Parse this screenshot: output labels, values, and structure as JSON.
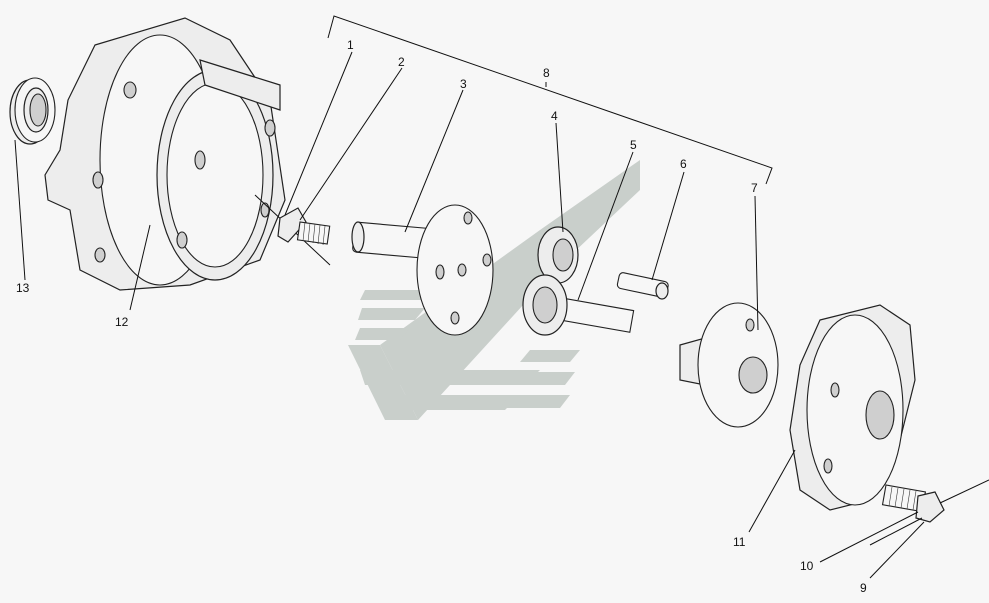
{
  "callouts": [
    {
      "id": "1",
      "text": "1"
    },
    {
      "id": "2",
      "text": "2"
    },
    {
      "id": "3",
      "text": "3"
    },
    {
      "id": "4",
      "text": "4"
    },
    {
      "id": "5",
      "text": "5"
    },
    {
      "id": "6",
      "text": "6"
    },
    {
      "id": "7",
      "text": "7"
    },
    {
      "id": "8",
      "text": "8"
    },
    {
      "id": "9",
      "text": "9"
    },
    {
      "id": "10",
      "text": "10"
    },
    {
      "id": "11",
      "text": "11"
    },
    {
      "id": "12",
      "text": "12"
    },
    {
      "id": "13",
      "text": "13"
    }
  ],
  "colors": {
    "background": "#f7f7f7",
    "line": "#222222",
    "watermark": "#c9cfcb"
  }
}
